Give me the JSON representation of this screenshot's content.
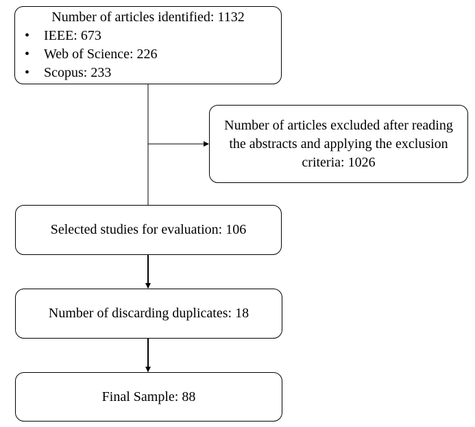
{
  "identified": {
    "title": "Number of articles identified: 1132",
    "sources": [
      {
        "bullet": "•",
        "label": "IEEE: 673"
      },
      {
        "bullet": "•",
        "label": "Web of Science: 226"
      },
      {
        "bullet": "•",
        "label": "Scopus: 233"
      }
    ]
  },
  "excluded": {
    "text": "Number of articles excluded after reading the abstracts and applying the exclusion criteria: 1026"
  },
  "selected": {
    "text": "Selected studies for evaluation: 106"
  },
  "duplicates": {
    "text": "Number of discarding duplicates: 18"
  },
  "final": {
    "text": "Final Sample: 88"
  },
  "colors": {
    "line": "#000000",
    "background": "#ffffff"
  }
}
